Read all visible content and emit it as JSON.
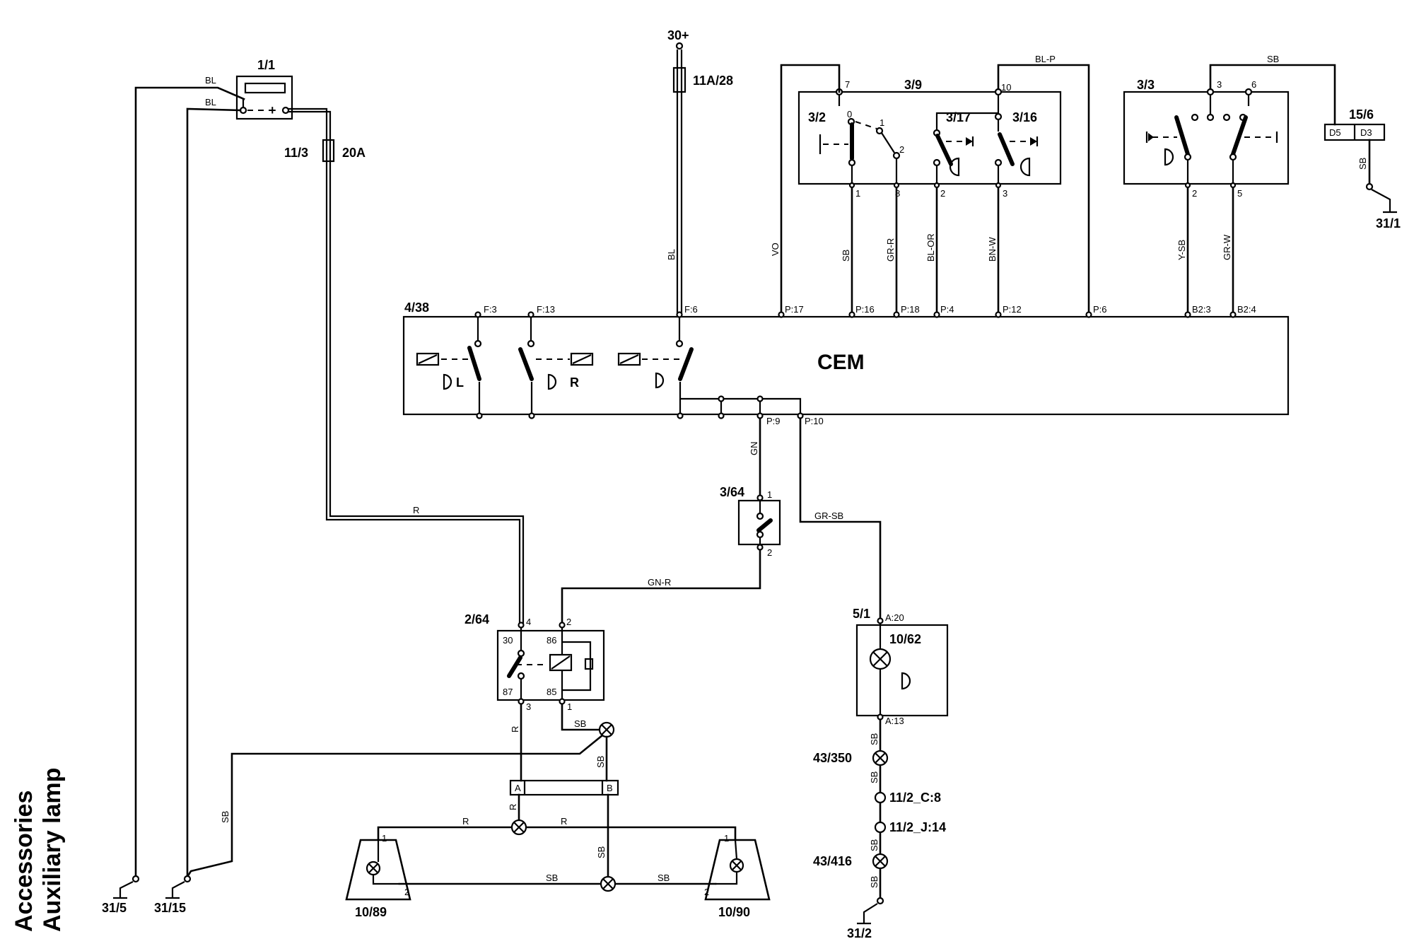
{
  "title_lines": [
    "Accessories",
    "Auxiliary lamp"
  ],
  "cem_label": "CEM",
  "components": {
    "battery": "1/1",
    "fuse_main": "11/3",
    "fuse_main_rating": "20A",
    "supply": "30+",
    "fuse_cem": "11A/28",
    "light_switch_module": "3/9",
    "light_switch": "3/2",
    "front_fog_switch": "3/17",
    "rear_fog_switch": "3/16",
    "headlamp_switch": "3/3",
    "ignition": "15/6",
    "ignition_pin_d5": "D5",
    "ignition_pin_d3": "D3",
    "cem_module": "4/38",
    "relay_switch": "3/64",
    "relay": "2/64",
    "combi_module": "5/1",
    "indicator_lamp": "10/62",
    "splice_1": "43/350",
    "connector_1": "11/2_C:8",
    "connector_2": "11/2_J:14",
    "splice_2": "43/416",
    "lamp_left": "10/89",
    "lamp_right": "10/90"
  },
  "grounds": [
    "31/5",
    "31/15",
    "31/2",
    "31/1"
  ],
  "cem_pins": [
    "F:3",
    "F:13",
    "F:6",
    "P:17",
    "P:16",
    "P:18",
    "P:4",
    "P:12",
    "P:6",
    "B2:3",
    "B2:4",
    "P:9",
    "P:10"
  ],
  "cem_lamp_labels": [
    "L",
    "R"
  ],
  "wire_colors": [
    "BL",
    "BL",
    "R",
    "BL",
    "VO",
    "SB",
    "GR-R",
    "BL-OR",
    "BN-W",
    "BL-P",
    "Y-SB",
    "GR-W",
    "SB",
    "SB",
    "GN",
    "GR-SB",
    "GN-R",
    "R",
    "SB",
    "SB",
    "SB",
    "R",
    "R",
    "R",
    "SB",
    "SB",
    "SB",
    "SB",
    "SB",
    "SB",
    "SB"
  ],
  "pin_numbers": {
    "sw39_pin7": "7",
    "sw39_pin10": "10",
    "sw39_pin1": "1",
    "sw39_pin8": "8",
    "sw39_pin2": "2",
    "sw39_pin3": "3",
    "sw32_pos0": "0",
    "sw32_pos1": "1",
    "sw32_pos2": "2",
    "sw33_pin3": "3",
    "sw33_pin6": "6",
    "sw33_pin2": "2",
    "sw33_pin5": "5",
    "sw364_pin1": "1",
    "sw364_pin2": "2",
    "relay_pin4": "4",
    "relay_pin2": "2",
    "relay_pin3": "3",
    "relay_pin1": "1",
    "relay_t30": "30",
    "relay_t86": "86",
    "relay_t87": "87",
    "relay_t85": "85",
    "combi_a20": "A:20",
    "combi_a13": "A:13",
    "connector_a": "A",
    "connector_b": "B",
    "lamp_l_1": "1",
    "lamp_l_2": "2",
    "lamp_r_1": "1",
    "lamp_r_2": "2"
  },
  "colors": {
    "ink": "#000000",
    "paper": "#ffffff"
  }
}
